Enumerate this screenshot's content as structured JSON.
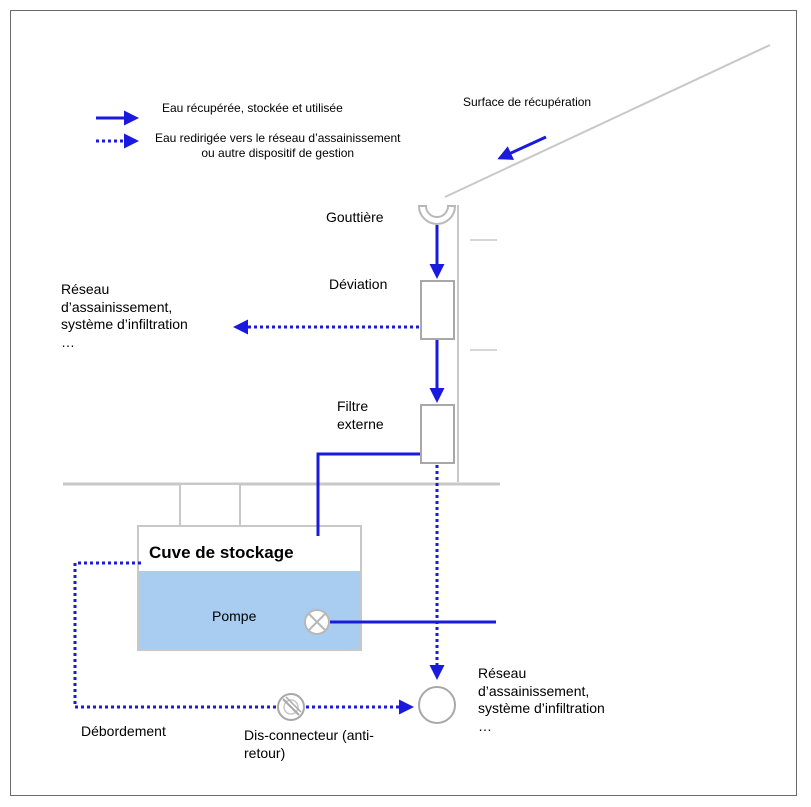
{
  "legend": {
    "solid": "Eau récupérée, stockée et utilisée",
    "dotted": "Eau redirigée vers le réseau d’assainissement\nou autre dispositif de gestion"
  },
  "labels": {
    "surface": "Surface de récupération",
    "gouttiere": "Gouttière",
    "deviation": "Déviation",
    "reseau_top": "Réseau\nd’assainissement,\nsystème   d’infiltration\n…",
    "filtre": "Filtre\nexterne",
    "cuve": "Cuve de stockage",
    "pompe": "Pompe",
    "reseau_bottom": "Réseau\nd’assainissement,\nsystème   d’infiltration\n…",
    "debordement": "Débordement",
    "disconnecteur": "Dis-connecteur (anti-\nretour)"
  },
  "colors": {
    "flow": "#1a1adf",
    "water": "#a8cdf0",
    "structure": "#c8c8c8",
    "frame": "#6a6a6a"
  },
  "icons": {
    "gutter": "gutter-icon",
    "pump": "pump-icon",
    "disconnector": "backflow-valve-icon",
    "outlet": "network-outlet-icon"
  }
}
